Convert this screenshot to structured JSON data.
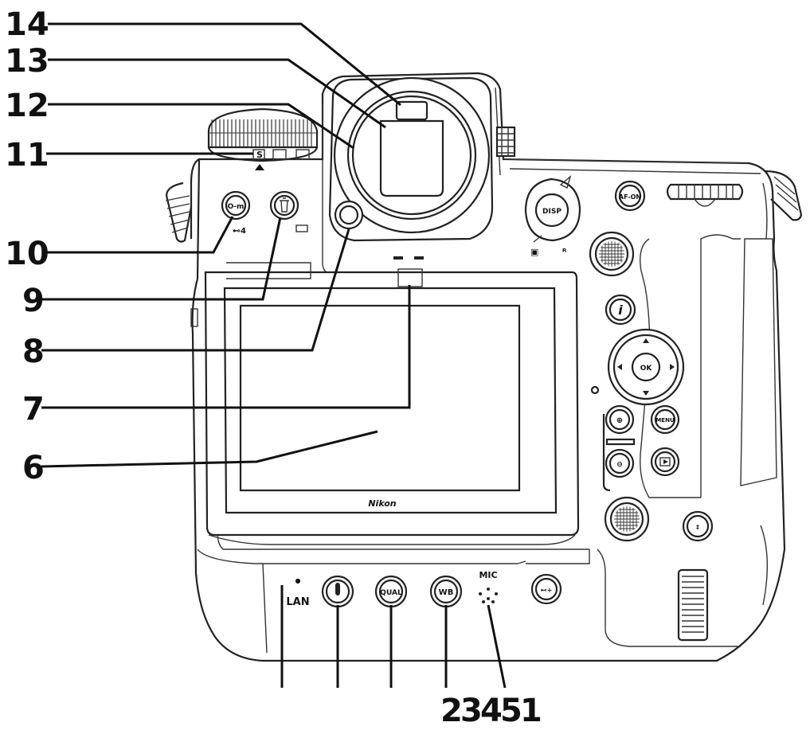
{
  "callouts": {
    "c1": "1",
    "c2": "2",
    "c3": "3",
    "c4": "4",
    "c5": "5",
    "c6": "6",
    "c7": "7",
    "c8": "8",
    "c9": "9",
    "c10": "10",
    "c11": "11",
    "c12": "12",
    "c13": "13",
    "c14": "14"
  },
  "camera": {
    "brand": "Nikon",
    "buttons": {
      "disp": "DISP",
      "ok": "OK",
      "menu": "MENU",
      "qual": "QUAL",
      "wb": "WB",
      "af_on": "AF-ON",
      "lan": "LAN",
      "mic": "MIC",
      "lock_label": "⊷4",
      "s_mode": "S"
    }
  },
  "colors": {
    "line": "#111111",
    "body_outline": "#222222",
    "background": "#ffffff"
  }
}
